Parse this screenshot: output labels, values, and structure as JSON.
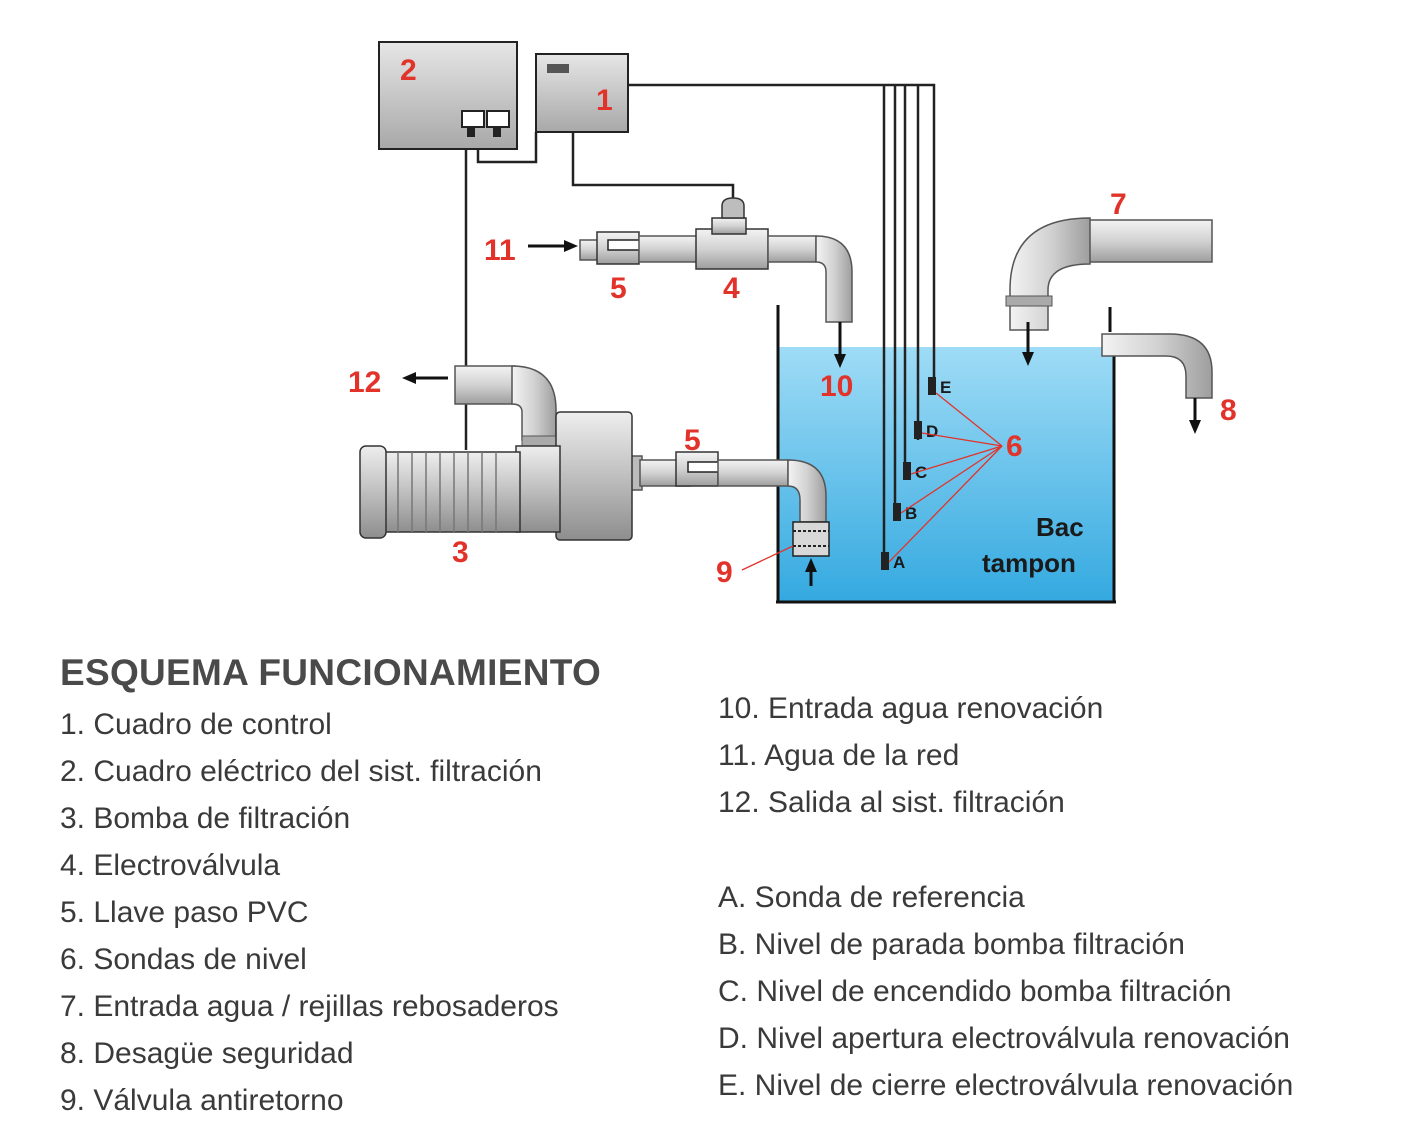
{
  "diagram": {
    "callouts": {
      "n1": "1",
      "n2": "2",
      "n3": "3",
      "n4": "4",
      "n5a": "5",
      "n5b": "5",
      "n6": "6",
      "n7": "7",
      "n8": "8",
      "n9": "9",
      "n10": "10",
      "n11": "11",
      "n12": "12"
    },
    "probes": {
      "a": "A",
      "b": "B",
      "c": "C",
      "d": "D",
      "e": "E"
    },
    "tank_label_line1": "Bac",
    "tank_label_line2": "tampon",
    "colors": {
      "callout": "#e2332b",
      "water": "#5fc0ea",
      "equipment": "#c9c9c9"
    }
  },
  "legend": {
    "title": "ESQUEMA FUNCIONAMIENTO",
    "left_items": [
      "1. Cuadro de control",
      "2. Cuadro eléctrico del sist. filtración",
      "3. Bomba de filtración",
      "4. Electroválvula",
      "5. Llave paso PVC",
      "6. Sondas de nivel",
      "7. Entrada agua / rejillas rebosaderos",
      "8. Desagüe seguridad",
      "9. Válvula antiretorno"
    ],
    "right_numbered": [
      "10. Entrada agua renovación",
      "11. Agua de la red",
      "12. Salida al sist. filtración"
    ],
    "right_lettered": [
      "A. Sonda de referencia",
      "B. Nivel de parada bomba filtración",
      "C. Nivel de encendido bomba filtración",
      "D. Nivel apertura electroválvula renovación",
      "E. Nivel de cierre electroválvula renovación"
    ]
  }
}
